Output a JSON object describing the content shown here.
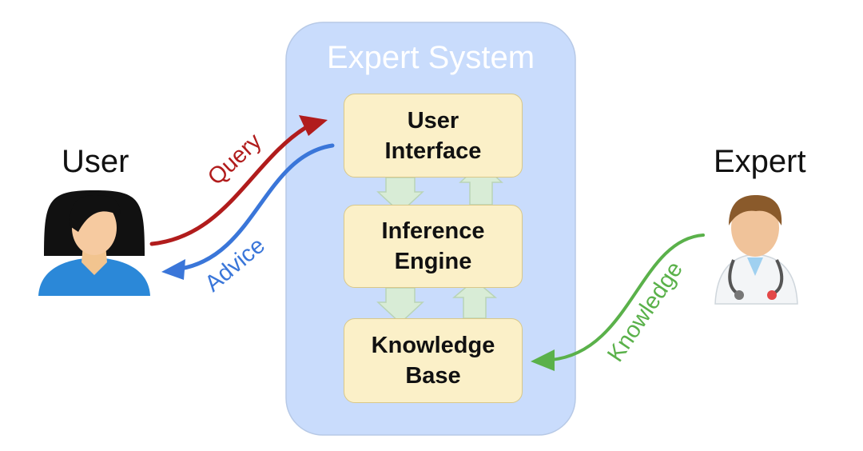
{
  "title": "Expert System",
  "actors": {
    "user": {
      "label": "User",
      "icon": "woman-user-icon"
    },
    "expert": {
      "label": "Expert",
      "icon": "doctor-expert-icon"
    }
  },
  "components": [
    {
      "label": "User\nInterface"
    },
    {
      "label": "Inference\nEngine"
    },
    {
      "label": "Knowledge\nBase"
    }
  ],
  "flows": {
    "query": {
      "label": "Query",
      "color": "#b11c1c"
    },
    "advice": {
      "label": "Advice",
      "color": "#3a76d9"
    },
    "knowledge": {
      "label": "Knowledge",
      "color": "#5ab14a"
    }
  },
  "colors": {
    "system_fill": "#c9dcfc",
    "box_fill": "#fbf0c8",
    "inner_arrow": "#d8ecd6"
  }
}
